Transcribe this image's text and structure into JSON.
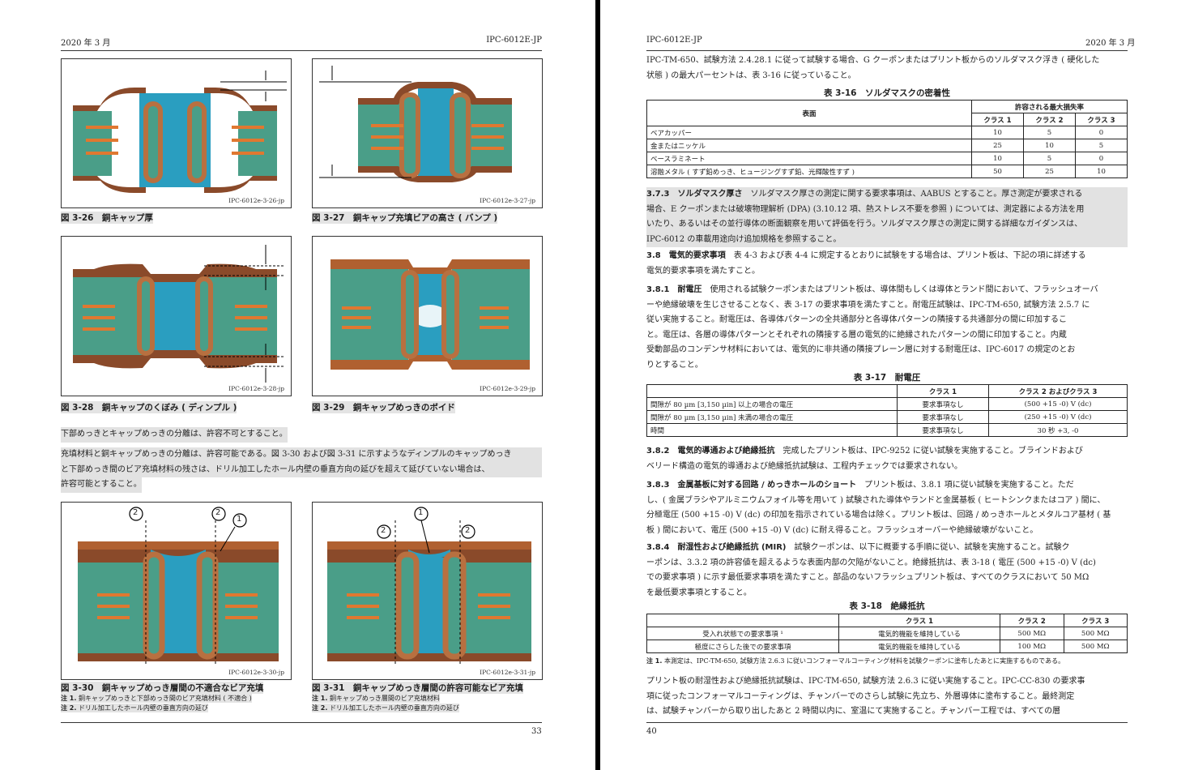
{
  "left_page": {
    "header_left": "2020 年 3 月",
    "header_right": "IPC-6012E-JP",
    "page_number": "33",
    "figures": [
      {
        "code": "IPC-6012e-3-26-jp",
        "caption": "図 3-26　銅キャップ厚"
      },
      {
        "code": "IPC-6012e-3-27-jp",
        "caption": "図 3-27　銅キャップ充填ビアの高さ ( バンプ )"
      },
      {
        "code": "IPC-6012e-3-28-jp",
        "caption": "図 3-28　銅キャップのくぼみ ( ディンプル )"
      },
      {
        "code": "IPC-6012e-3-29-jp",
        "caption": "図 3-29　銅キャップめっきのボイド"
      },
      {
        "code": "IPC-6012e-3-30-jp",
        "caption": "図 3-30　銅キャップめっき層間の不適合なビア充填"
      },
      {
        "code": "IPC-6012e-3-31-jp",
        "caption": "図 3-31　銅キャップめっき層間の許容可能なビア充填"
      }
    ],
    "callouts": {
      "one": "1",
      "two": "2"
    },
    "para1": "下部めっきとキャップめっきの分離は、許容不可とすること。",
    "para2": [
      "充填材料と銅キャップめっきの分離は、許容可能である。図 3-30 および図 3-31 に示すようなディンプルのキャップめっき",
      "と下部めっき間のビア充填材料の残さは、ドリル加工したホール内壁の垂直方向の延びを超えて延びていない場合は、",
      "許容可能とすること。"
    ],
    "fig30_notes": [
      {
        "label": "注 1.",
        "text": "銅キャップめっきと下部めっき間のビア充填材料 ( 不適合 )"
      },
      {
        "label": "注 2.",
        "text": "ドリル加工したホール内壁の垂直方向の延び"
      }
    ],
    "fig31_notes": [
      {
        "label": "注 1.",
        "text": "銅キャップめっき層間のビア充填材料"
      },
      {
        "label": "注 2.",
        "text": "ドリル加工したホール内壁の垂直方向の延び"
      }
    ]
  },
  "right_page": {
    "header_left": "IPC-6012E-JP",
    "header_right": "2020 年 3 月",
    "page_number": "40",
    "intro": [
      "IPC-TM-650、試験方法 2.4.28.1 に従って試験する場合、G クーポンまたはプリント板からのソルダマスク浮き ( 硬化した",
      "状態 ) の最大パーセントは、表 3-16 に従っていること。"
    ],
    "table_3_16": {
      "title": "表 3-16　ソルダマスクの密着性",
      "header_surface": "表面",
      "header_group": "許容される最大損失率",
      "classes": [
        "クラス 1",
        "クラス 2",
        "クラス 3"
      ],
      "rows": [
        {
          "surface": "ベアカッパー",
          "values": [
            "10",
            "5",
            "0"
          ]
        },
        {
          "surface": "金またはニッケル",
          "values": [
            "25",
            "10",
            "5"
          ]
        },
        {
          "surface": "ベースラミネート",
          "values": [
            "10",
            "5",
            "0"
          ]
        },
        {
          "surface": "溶融メタル ( すず鉛めっき、ヒュージングすず鉛、光輝酸性すず )",
          "values": [
            "50",
            "25",
            "10"
          ]
        }
      ]
    },
    "s373": {
      "heading": "3.7.3　ソルダマスク厚さ",
      "lines": [
        "ソルダマスク厚さの測定に関する要求事項は、AABUS とすること。厚さ測定が要求される",
        "場合、E クーポンまたは破壊物理解析 (DPA) (3.10.12 項、熱ストレス不要を参照 ) については、測定器による方法を用",
        "いたり、あるいはその並行導体の断面観察を用いて評価を行う。ソルダマスク厚さの測定に関する詳細なガイダンスは、",
        "IPC-6012 の車載用途向け追加規格を参照すること。"
      ]
    },
    "s38": {
      "heading": "3.8　電気的要求事項",
      "lines": [
        "表 4-3 および表 4-4 に規定するとおりに試験をする場合は、プリント板は、下記の項に詳述する",
        "電気的要求事項を満たすこと。"
      ]
    },
    "s381": {
      "heading": "3.8.1　耐電圧",
      "lines": [
        "使用される試験クーポンまたはプリント板は、導体間もしくは導体とランド間において、フラッシュオーバ",
        "ーや絶縁破壊を生じさせることなく、表 3-17 の要求事項を満たすこと。耐電圧試験は、IPC-TM-650, 試験方法 2.5.7 に",
        "従い実施すること。耐電圧は、各導体パターンの全共通部分と各導体パターンの隣接する共通部分の間に印加するこ",
        "と。電圧は、各層の導体パターンとそれぞれの隣接する層の電気的に絶縁されたパターンの間に印加すること。内蔵",
        "受動部品のコンデンサ材料においては、電気的に非共通の隣接プレーン層に対する耐電圧は、IPC-6017 の規定のとお",
        "りとすること。"
      ]
    },
    "table_3_17": {
      "title": "表 3-17　耐電圧",
      "headers": [
        "",
        "クラス 1",
        "クラス 2 およびクラス 3"
      ],
      "rows": [
        [
          "間隙が 80 µm [3,150 µin] 以上の場合の電圧",
          "要求事項なし",
          "(500 +15 -0) V (dc)"
        ],
        [
          "間隙が 80 µm [3,150 µin] 未満の場合の電圧",
          "要求事項なし",
          "(250 +15 -0) V (dc)"
        ],
        [
          "時間",
          "要求事項なし",
          "30 秒 +3, -0"
        ]
      ]
    },
    "s382": {
      "heading": "3.8.2　電気的導通および絶縁抵抗",
      "lines": [
        "完成したプリント板は、IPC-9252 に従い試験を実施すること。ブラインドおよび",
        "ベリード構造の電気的導通および絶縁抵抗試験は、工程内チェックでは要求されない。"
      ]
    },
    "s383": {
      "heading": "3.8.3　金属基板に対する回路 / めっきホールのショート",
      "lines": [
        "プリント板は、3.8.1 項に従い試験を実施すること。ただ",
        "し、( 金属ブラシやアルミニウムフォイル等を用いて ) 試験された導体やランドと金属基板 ( ヒートシンクまたはコア ) 間に、",
        "分極電圧 (500 +15 -0) V (dc) の印加を指示されている場合は除く。プリント板は、回路 / めっきホールとメタルコア基材 ( 基",
        "板 ) 間において、電圧 (500 +15 -0) V (dc) に耐え得ること。フラッシュオーバーや絶縁破壊がないこと。"
      ]
    },
    "s384": {
      "heading": "3.8.4　耐湿性および絶縁抵抗 (MIR)",
      "lines": [
        "試験クーポンは、以下に概要する手順に従い、試験を実施すること。試験ク",
        "ーポンは、3.3.2 項の許容値を超えるような表面内部の欠陥がないこと。絶縁抵抗は、表 3-18 ( 電圧 (500 +15 -0) V (dc)",
        "での要求事項 ) に示す最低要求事項を満たすこと。部品のないフラッシュプリント板は、すべてのクラスにおいて 50 MΩ",
        "を最低要求事項とすること。"
      ]
    },
    "table_3_18": {
      "title": "表 3-18　絶縁抵抗",
      "headers": [
        "",
        "クラス 1",
        "クラス 2",
        "クラス 3"
      ],
      "rows": [
        [
          "受入れ状態での要求事項 ¹",
          "電気的機能を維持している",
          "500 MΩ",
          "500 MΩ"
        ],
        [
          "極度にさらした後での要求事項",
          "電気的機能を維持している",
          "100 MΩ",
          "500 MΩ"
        ]
      ],
      "note_label": "注 1.",
      "note_text": "本測定は、IPC-TM-650, 試験方法 2.6.3 に従いコンフォーマルコーティング材料を試験クーポンに塗布したあとに実施するものである。"
    },
    "final": [
      "プリント板の耐湿性および絶縁抵抗試験は、IPC-TM-650, 試験方法 2.6.3 に従い実施すること。IPC-CC-830 の要求事",
      "項に従ったコンフォーマルコーティングは、チャンバーでのさらし試験に先立ち、外層導体に塗布すること。最終測定",
      "は、試験チャンバーから取り出したあと 2 時間以内に、室温にて実施すること。チャンバー工程では、すべての層"
    ]
  }
}
